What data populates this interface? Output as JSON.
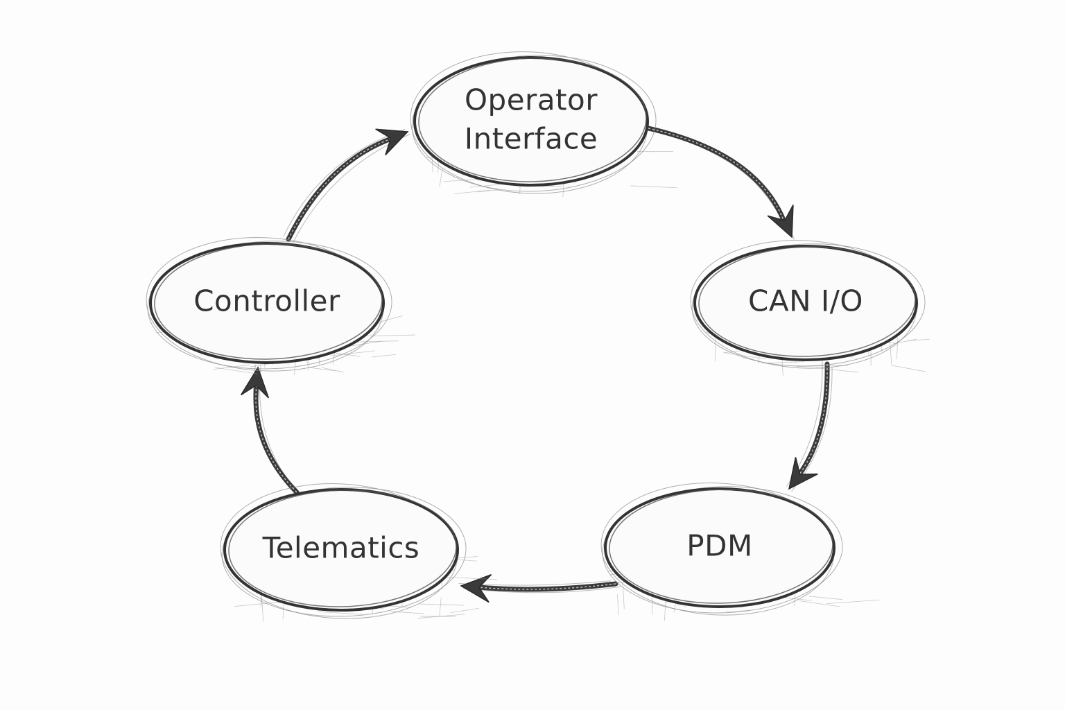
{
  "diagram": {
    "style": "pencil-sketch cycle diagram",
    "colors": {
      "background": "#fdfdfd",
      "ink": "#333333",
      "hatch": "#9a9a9a"
    },
    "nodes": [
      {
        "id": "operator-interface",
        "label_lines": [
          "Operator",
          "Interface"
        ]
      },
      {
        "id": "can-io",
        "label_lines": [
          "CAN I/O"
        ]
      },
      {
        "id": "pdm",
        "label_lines": [
          "PDM"
        ]
      },
      {
        "id": "telematics",
        "label_lines": [
          "Telematics"
        ]
      },
      {
        "id": "controller",
        "label_lines": [
          "Controller"
        ]
      }
    ],
    "edges": [
      {
        "from": "operator-interface",
        "to": "can-io"
      },
      {
        "from": "can-io",
        "to": "pdm"
      },
      {
        "from": "pdm",
        "to": "telematics"
      },
      {
        "from": "telematics",
        "to": "controller"
      },
      {
        "from": "controller",
        "to": "operator-interface"
      }
    ]
  }
}
